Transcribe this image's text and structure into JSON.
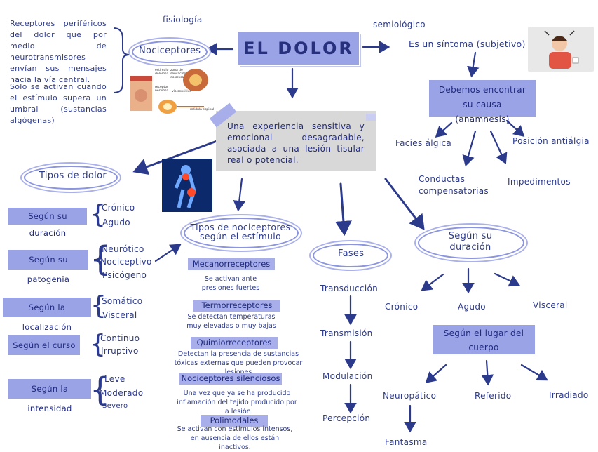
{
  "title": "EL DOLOR",
  "fisiologia": "fisiología",
  "semiologico": "semiológico",
  "nociceptores": "Nociceptores",
  "receptores_text": "Receptores periféricos del dolor que por medio de neurotransmisores envían sus mensajes hacia la vía central.",
  "activan_text": "Solo se activan cuando el estímulo supera un umbral (sustancias algógenas)",
  "sintoma": "Es un síntoma (subjetivo)",
  "debemos": "Debemos encontrar su causa (anamnesis)",
  "definicion": "Una experiencia sensitiva y emocional desagradable, asociada a una lesión tisular real o potencial.",
  "facies": "Facies álgica",
  "posicion": "Posición antiálgia",
  "conductas": "Conductas compensatorias",
  "impedimentos": "Impedimentos",
  "tipos_dolor": "Tipos de dolor",
  "clasificacion": [
    {
      "label": "Según su duración",
      "items": [
        "Crónico",
        "Agudo"
      ]
    },
    {
      "label": "Según su patogenia",
      "items": [
        "Neurótico",
        "Nociceptivo",
        "Psicógeno"
      ]
    },
    {
      "label": "Según la localización",
      "items": [
        "Somático",
        "Visceral"
      ]
    },
    {
      "label": "Según el curso",
      "items": [
        "Continuo",
        "Irruptivo"
      ]
    },
    {
      "label": "Según la intensidad",
      "items": [
        "Leve",
        "Moderado",
        "Severo"
      ]
    }
  ],
  "tipos_nociceptores": "Tipos de nociceptores según el estímulo",
  "receptores": [
    {
      "name": "Mecanorreceptores",
      "desc": "Se activan ante presiones fuertes"
    },
    {
      "name": "Termorreceptores",
      "desc": "Se detectan temperaturas muy elevadas o muy bajas"
    },
    {
      "name": "Quimiorreceptores",
      "desc": "Detectan la presencia de sustancias tóxicas externas que pueden provocar lesiones"
    },
    {
      "name": "Nociceptores silenciosos",
      "desc": "Una vez que ya se ha producido inflamación del tejido producido por la lesión"
    },
    {
      "name": "Polimodales",
      "desc": "Se activan con estímulos intensos, en ausencia de ellos están inactivos."
    }
  ],
  "fases": "Fases",
  "fases_items": [
    "Transducción",
    "Transmisión",
    "Modulación",
    "Percepción"
  ],
  "segun_duracion": "Según su duración",
  "duracion_items": [
    "Crónico",
    "Agudo",
    "Visceral"
  ],
  "segun_lugar": "Según el lugar del cuerpo",
  "lugar_items": [
    "Neuropático",
    "Referido",
    "Irradiado"
  ],
  "fantasma": "Fantasma",
  "brain_labels": [
    "estímulo doloroso",
    "zona de sensación dolorosa",
    "receptor nervioso",
    "vía sensitiva",
    "médula espinal"
  ],
  "colors": {
    "ink": "#2c3a8c",
    "box": "#9aa3e6",
    "title_box": "#9aa3e6"
  }
}
